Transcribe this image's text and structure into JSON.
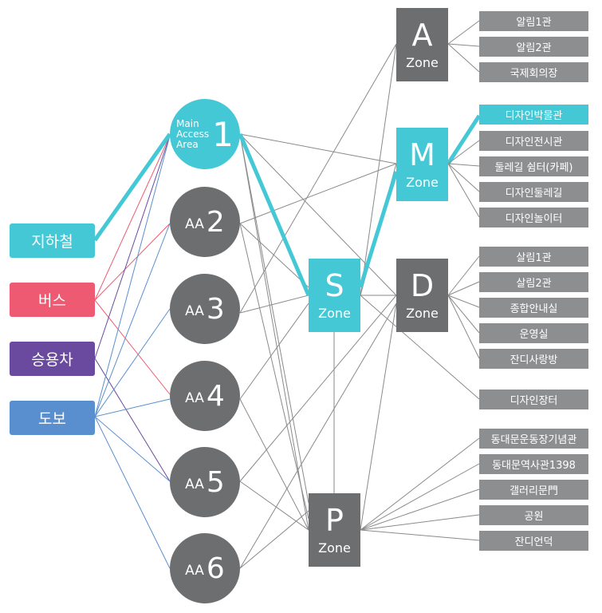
{
  "colors": {
    "cyan": "#45c8d6",
    "red": "#ee5a72",
    "purple": "#6a4a9f",
    "blue": "#5a8fcf",
    "gray_node": "#6d6e70",
    "gray_box": "#8d8e90",
    "line_gray": "#8a8a8a"
  },
  "access_modes": [
    {
      "label": "지하철",
      "color": "#45c8d6"
    },
    {
      "label": "버스",
      "color": "#ee5a72"
    },
    {
      "label": "승용차",
      "color": "#6a4a9f"
    },
    {
      "label": "도보",
      "color": "#5a8fcf"
    }
  ],
  "access_areas": {
    "main": {
      "prefix_lines": [
        "Main",
        "Access",
        "Area"
      ],
      "number": "1"
    },
    "others": [
      {
        "prefix": "AA",
        "number": "2"
      },
      {
        "prefix": "AA",
        "number": "3"
      },
      {
        "prefix": "AA",
        "number": "4"
      },
      {
        "prefix": "AA",
        "number": "5"
      },
      {
        "prefix": "AA",
        "number": "6"
      }
    ]
  },
  "zones": {
    "A": {
      "letter": "A",
      "label": "Zone"
    },
    "M": {
      "letter": "M",
      "label": "Zone"
    },
    "S": {
      "letter": "S",
      "label": "Zone"
    },
    "D": {
      "letter": "D",
      "label": "Zone"
    },
    "P": {
      "letter": "P",
      "label": "Zone"
    }
  },
  "places": {
    "A": [
      "알림1관",
      "알림2관",
      "국제회의장"
    ],
    "M": [
      "디자인박물관",
      "디자인전시관",
      "둘레길 쉼터(카페)",
      "디자인둘레길",
      "디자인놀이터"
    ],
    "D": [
      "살림1관",
      "살림2관",
      "종합안내실",
      "운영실",
      "잔디사랑방",
      "디자인장터"
    ],
    "P": [
      "동대문운동장기념관",
      "동대문역사관1398",
      "갤러리문門",
      "공원",
      "잔디언덕"
    ]
  }
}
